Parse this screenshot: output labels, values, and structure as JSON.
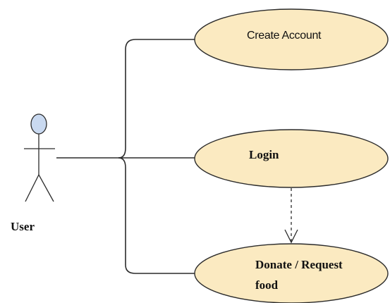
{
  "actor": {
    "name": "User",
    "head_color": "#c9d9f0"
  },
  "use_cases": [
    {
      "label": "Create Account"
    },
    {
      "label": "Login"
    },
    {
      "label_line1": "Donate / Request",
      "label_line2": "food"
    }
  ],
  "relationships": [
    {
      "from": "Login",
      "to": "Donate / Request food",
      "style": "dashed",
      "arrow": "open"
    }
  ],
  "colors": {
    "use_case_fill": "#fbeac1",
    "stroke": "#2b2b2b"
  }
}
